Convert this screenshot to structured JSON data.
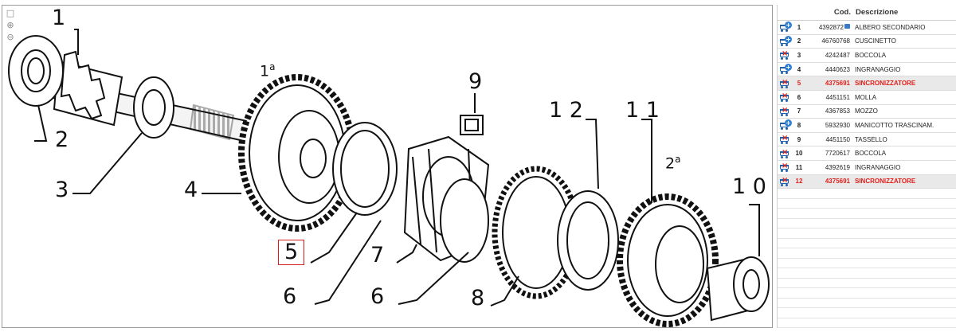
{
  "toolbar": {
    "icons": [
      "fit-page-icon",
      "zoom-in-icon",
      "zoom-out-icon"
    ]
  },
  "drawing": {
    "callouts": [
      "1",
      "2",
      "3",
      "4",
      "5",
      "6",
      "6",
      "7",
      "8",
      "9",
      "1 2",
      "1 1",
      "1 0"
    ],
    "selected_callout": "5",
    "gear_labels": [
      {
        "text": "1",
        "sup": "a"
      },
      {
        "text": "2",
        "sup": "a"
      }
    ]
  },
  "table": {
    "headers": {
      "code": "Cod.",
      "description": "Descrizione"
    },
    "rows": [
      {
        "icon": "cart-add-icon",
        "num": "1",
        "code": "4392872",
        "desc": "ALBERO SECONDARIO",
        "highlight": false,
        "info_icon": true
      },
      {
        "icon": "cart-add-icon",
        "num": "2",
        "code": "46760768",
        "desc": "CUSCINETTO",
        "highlight": false
      },
      {
        "icon": "cart-x-icon",
        "num": "3",
        "code": "4242487",
        "desc": "BOCCOLA",
        "highlight": false
      },
      {
        "icon": "cart-add-icon",
        "num": "4",
        "code": "4440623",
        "desc": "INGRANAGGIO",
        "highlight": false
      },
      {
        "icon": "cart-x-icon",
        "num": "5",
        "code": "4375691",
        "desc": "SINCRONIZZATORE",
        "highlight": true
      },
      {
        "icon": "cart-x-icon",
        "num": "6",
        "code": "4451151",
        "desc": "MOLLA",
        "highlight": false
      },
      {
        "icon": "cart-x-icon",
        "num": "7",
        "code": "4367853",
        "desc": "MOZZO",
        "highlight": false
      },
      {
        "icon": "cart-add-icon",
        "num": "8",
        "code": "5932930",
        "desc": "MANICOTTO TRASCINAM.",
        "highlight": false
      },
      {
        "icon": "cart-x-icon",
        "num": "9",
        "code": "4451150",
        "desc": "TASSELLO",
        "highlight": false
      },
      {
        "icon": "cart-x-icon",
        "num": "10",
        "code": "7720617",
        "desc": "BOCCOLA",
        "highlight": false
      },
      {
        "icon": "cart-x-icon",
        "num": "11",
        "code": "4392619",
        "desc": "INGRANAGGIO",
        "highlight": false
      },
      {
        "icon": "cart-x-icon",
        "num": "12",
        "code": "4375691",
        "desc": "SINCRONIZZATORE",
        "highlight": true
      }
    ]
  },
  "colors": {
    "highlight_text": "#e0201b",
    "highlight_row": "#e9e9e9",
    "cart_blue": "#1f5fa8",
    "selected_border": "#d9201d"
  }
}
